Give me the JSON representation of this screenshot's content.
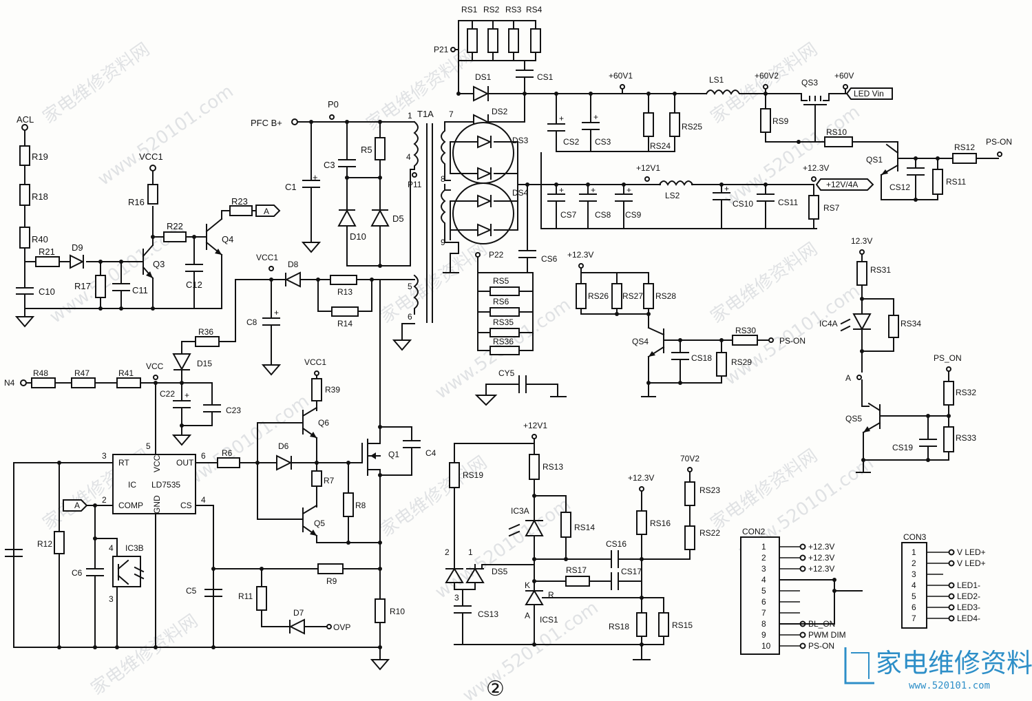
{
  "labels": {
    "acl": "ACL",
    "r19": "R19",
    "r18": "R18",
    "r40": "R40",
    "r21": "R21",
    "d9": "D9",
    "r17": "R17",
    "c10": "C10",
    "c11": "C11",
    "q3": "Q3",
    "r16": "R16",
    "vcc1_a": "VCC1",
    "r22": "R22",
    "c12": "C12",
    "q4": "Q4",
    "r23": "R23",
    "flag_a": "A",
    "pfc": "PFC B+",
    "p0": "P0",
    "c1": "C1",
    "c3": "C3",
    "r5": "R5",
    "d10": "D10",
    "d5": "D5",
    "t1a": "T1A",
    "p11": "P11",
    "p21": "P21",
    "rs1": "RS1",
    "rs2": "RS2",
    "rs3": "RS3",
    "rs4": "RS4",
    "cs1": "CS1",
    "ds1": "DS1",
    "ds2": "DS2",
    "ds3": "DS3",
    "ds4": "DS4",
    "v60v1": "+60V1",
    "cs2": "CS2",
    "cs3": "CS3",
    "rs24": "RS24",
    "rs25": "RS25",
    "ls1": "LS1",
    "v60v2": "+60V2",
    "qs3": "QS3",
    "v60": "+60V",
    "ledvin": "LED Vin",
    "rs9": "RS9",
    "rs10": "RS10",
    "qs1": "QS1",
    "rs12": "RS12",
    "pson1": "PS-ON",
    "cs12": "CS12",
    "rs11": "RS11",
    "v12v1": "+12V1",
    "ls2": "LS2",
    "v123": "+12.3V",
    "v12_4a": "+12V/4A",
    "cs7": "CS7",
    "cs8": "CS8",
    "cs9": "CS9",
    "cs10": "CS10",
    "cs11": "CS11",
    "rs7": "RS7",
    "p22": "P22",
    "cs6": "CS6",
    "rs5": "RS5",
    "rs6": "RS6",
    "rs35": "RS35",
    "rs36": "RS36",
    "vcc1_b": "VCC1",
    "d8": "D8",
    "r13": "R13",
    "r14": "R14",
    "c8": "C8",
    "r36": "R36",
    "d15": "D15",
    "n4": "N4",
    "r48": "R48",
    "r47": "R47",
    "r41": "R41",
    "vcc": "VCC",
    "c22": "C22",
    "c23": "C23",
    "vcc1_c": "VCC1",
    "r39": "R39",
    "q6": "Q6",
    "d6": "D6",
    "r7": "R7",
    "r8": "R8",
    "q5": "Q5",
    "q1": "Q1",
    "c4": "C4",
    "r6": "R6",
    "ic_rt": "RT",
    "ic_vcc": "VCC",
    "ic_out": "OUT",
    "ic_ic": "IC",
    "ic_name": "LD7535",
    "ic_comp": "COMP",
    "ic_gnd": "GND",
    "ic_cs": "CS",
    "pin3": "3",
    "pin5": "5",
    "pin6": "6",
    "pin2": "2",
    "pin4": "4",
    "r12": "R12",
    "c6": "C6",
    "ic3b": "IC3B",
    "c5": "C5",
    "r11": "R11",
    "r9": "R9",
    "d7": "D7",
    "ovp": "OVP",
    "r10": "R10",
    "v123_b": "+12.3V",
    "rs26": "RS26",
    "rs27": "RS27",
    "rs28": "RS28",
    "qs4": "QS4",
    "rs30": "RS30",
    "pson2": "PS-ON",
    "cs18": "CS18",
    "rs29": "RS29",
    "cy5": "CY5",
    "v12v1_b": "+12V1",
    "rs19": "RS19",
    "rs13": "RS13",
    "ic3a": "IC3A",
    "rs14": "RS14",
    "ds5": "DS5",
    "cs13": "CS13",
    "cs16": "CS16",
    "cs17": "CS17",
    "rs17": "RS17",
    "ics1": "ICS1",
    "k": "K",
    "r": "R",
    "a": "A",
    "v123_c": "+12.3V",
    "rs16": "RS16",
    "v70v2": "70V2",
    "rs23": "RS23",
    "rs22": "RS22",
    "rs18": "RS18",
    "rs15": "RS15",
    "v123_d": "12.3V",
    "rs31": "RS31",
    "ic4a": "IC4A",
    "rs34": "RS34",
    "nodeA": "A",
    "pson3": "PS_ON",
    "rs32": "RS32",
    "qs5": "QS5",
    "cs19": "CS19",
    "rs33": "RS33",
    "figure": "②"
  },
  "con2": {
    "title": "CON2",
    "pins": [
      "1",
      "2",
      "3",
      "4",
      "5",
      "6",
      "7",
      "8",
      "9",
      "10"
    ],
    "signals": [
      "+12.3V",
      "+12.3V",
      "+12.3V",
      "",
      "",
      "",
      "",
      "BL_ON",
      "PWM DIM",
      "PS-ON"
    ]
  },
  "con3": {
    "title": "CON3",
    "pins": [
      "1",
      "2",
      "3",
      "4",
      "5",
      "6",
      "7"
    ],
    "signals": [
      "V LED+",
      "V LED+",
      "",
      "LED1-",
      "LED2-",
      "LED3-",
      "LED4-"
    ]
  },
  "watermark": {
    "text1": "家电维修资料网",
    "text2": "www.520101.com",
    "logo": "家电维修资料网",
    "logo_url": "www.520101.com"
  },
  "colors": {
    "ink": "#111111",
    "paper": "#fdfdfb",
    "logo": "#2e8fc8"
  }
}
